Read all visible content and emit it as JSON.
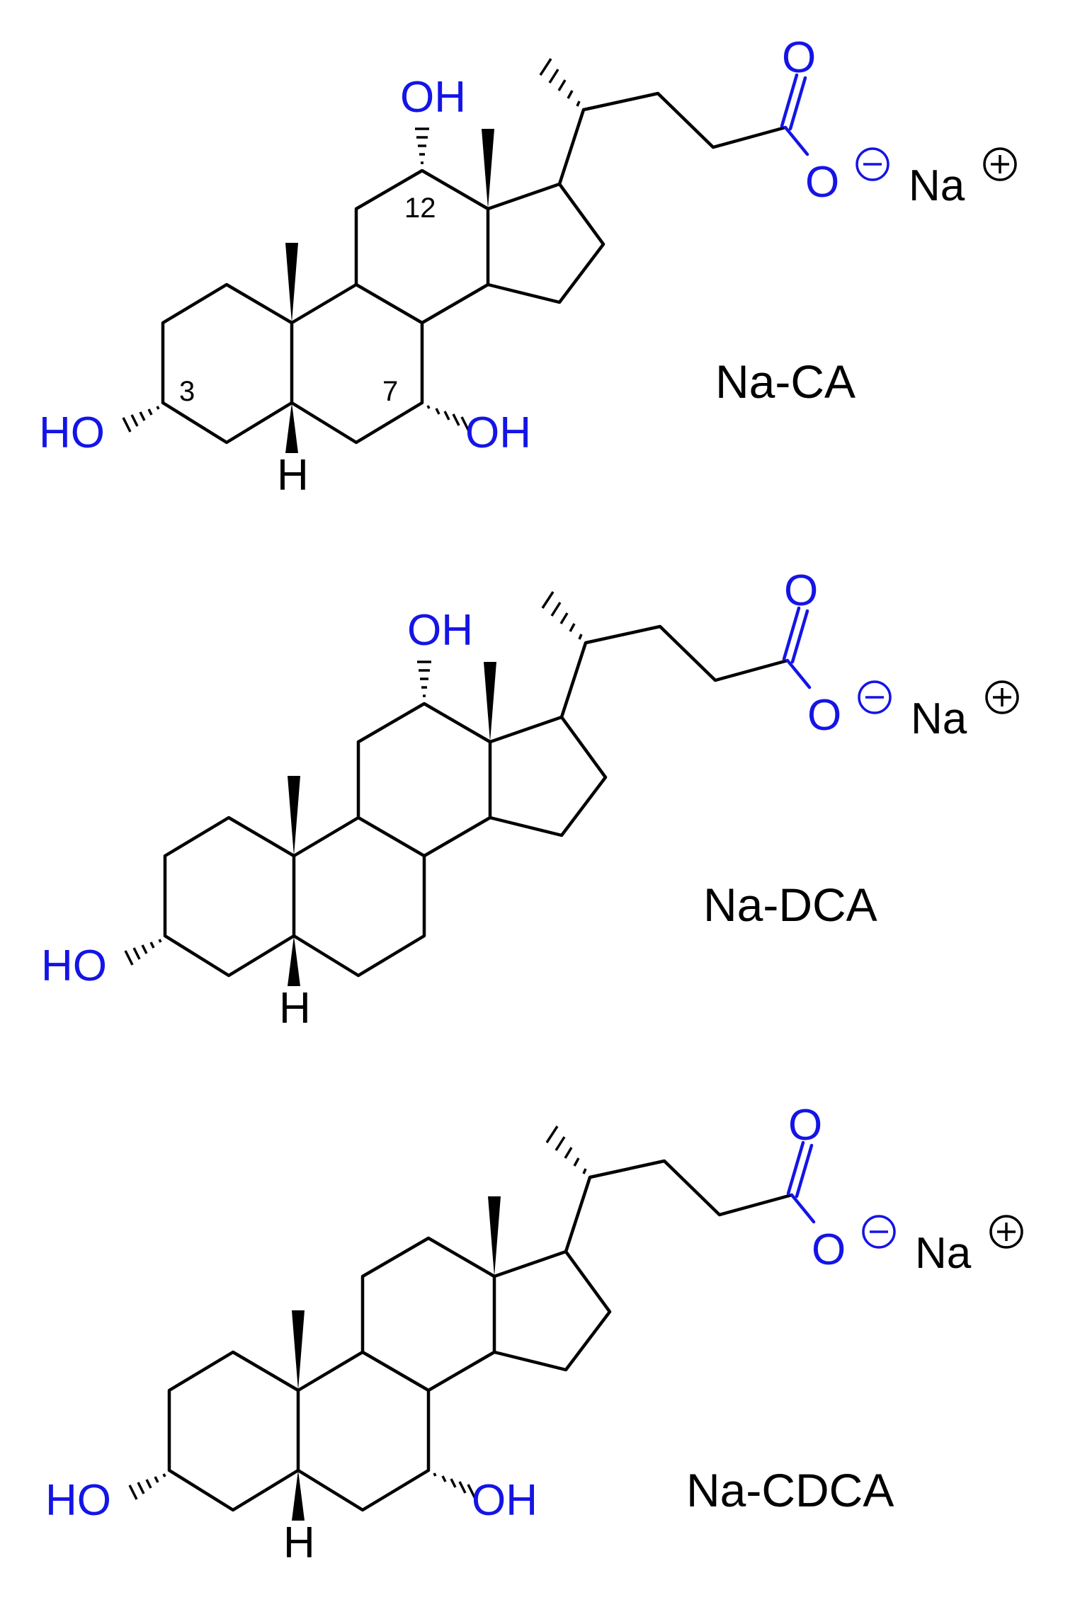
{
  "molecules": [
    {
      "name": "Na-CA",
      "atoms": {
        "oh12": "OH",
        "oh3": "HO",
        "oh7": "OH",
        "h5": "H",
        "o_carbonyl": "O",
        "o_anion": "O",
        "counterion": "Na"
      },
      "locants": {
        "c3": "3",
        "c7": "7",
        "c12": "12"
      }
    },
    {
      "name": "Na-DCA",
      "atoms": {
        "oh12": "OH",
        "oh3": "HO",
        "h5": "H",
        "o_carbonyl": "O",
        "o_anion": "O",
        "counterion": "Na"
      }
    },
    {
      "name": "Na-CDCA",
      "atoms": {
        "oh3": "HO",
        "oh7": "OH",
        "h5": "H",
        "o_carbonyl": "O",
        "o_anion": "O",
        "counterion": "Na"
      }
    }
  ],
  "colors": {
    "heteroatom": "#1414e6",
    "bond": "#000000"
  }
}
